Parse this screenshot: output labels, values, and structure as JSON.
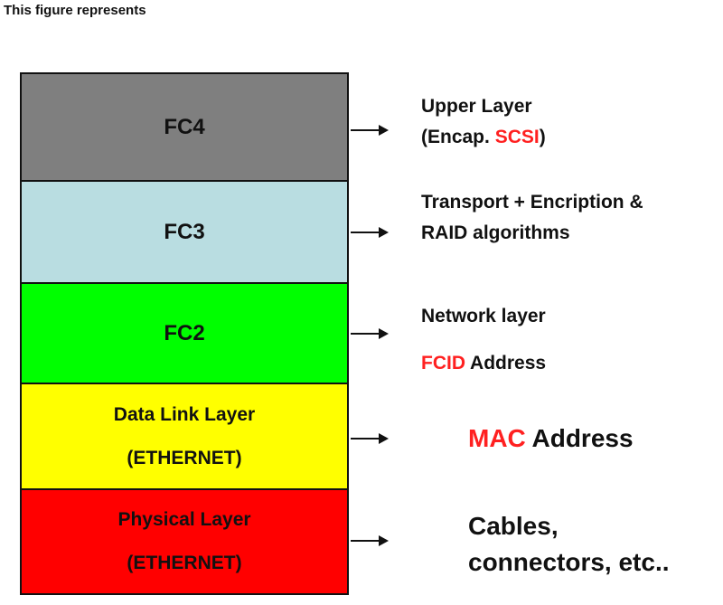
{
  "caption": "This figure represents",
  "colors": {
    "fc4": "#7f7f7f",
    "fc3": "#b9dde1",
    "fc2": "#00ff00",
    "datalink": "#ffff00",
    "physical": "#ff0000",
    "accent": "#ff2020"
  },
  "layers": [
    {
      "lines": [
        "FC4"
      ]
    },
    {
      "lines": [
        "FC3"
      ]
    },
    {
      "lines": [
        "FC2"
      ]
    },
    {
      "lines": [
        "Data Link Layer",
        "(ETHERNET)"
      ]
    },
    {
      "lines": [
        "Physical Layer",
        "(ETHERNET)"
      ]
    }
  ],
  "descriptions": {
    "fc4": {
      "line1": "Upper Layer",
      "line2_pre": "(Encap. ",
      "line2_accent": "SCSI",
      "line2_post": ")"
    },
    "fc3": {
      "line1": "Transport + Encription &",
      "line2": "RAID algorithms"
    },
    "fc2": {
      "line1": "Network layer",
      "line2_accent": "FCID",
      "line2_post": " Address"
    },
    "datalink": {
      "accent": "MAC",
      "post": " Address"
    },
    "physical": {
      "line1": "Cables,",
      "line2": "connectors, etc.."
    }
  }
}
